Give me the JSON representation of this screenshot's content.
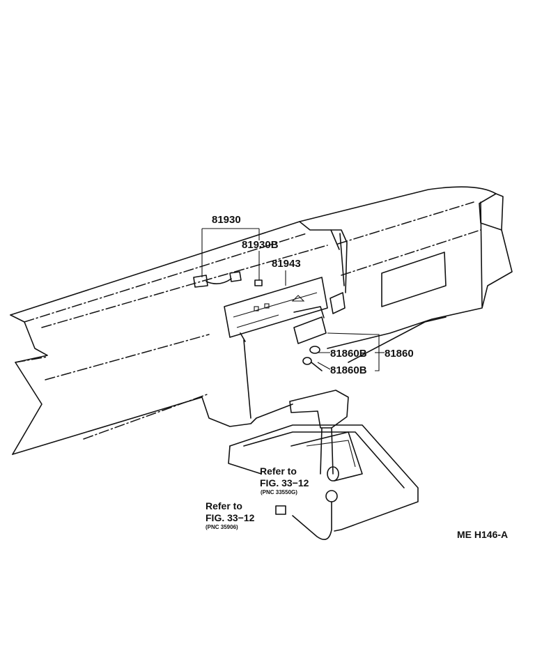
{
  "labels": {
    "p81930": "81930",
    "p81930b": "81930B",
    "p81943": "81943",
    "p81860b_upper": "81860B",
    "p81860": "81860",
    "p81860b_lower": "81860B"
  },
  "references": [
    {
      "line1": "Refer to",
      "line2": "FIG. 33−12",
      "pnc": "(PNC 33550G)"
    },
    {
      "line1": "Refer to",
      "line2": "FIG. 33−12",
      "pnc": "(PNC 35906)"
    }
  ],
  "figure_code": "ME H146-A"
}
